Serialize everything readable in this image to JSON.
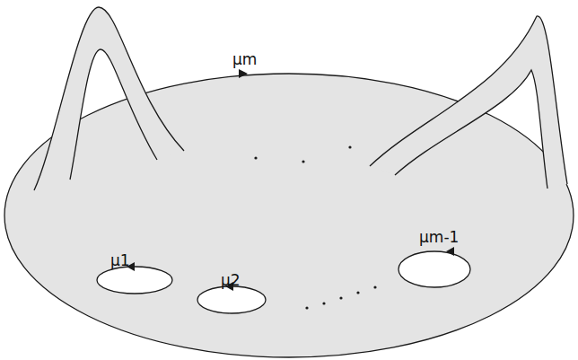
{
  "diagram": {
    "labels": [
      "μ1",
      "μ2",
      "μm-1",
      "μm"
    ]
  }
}
